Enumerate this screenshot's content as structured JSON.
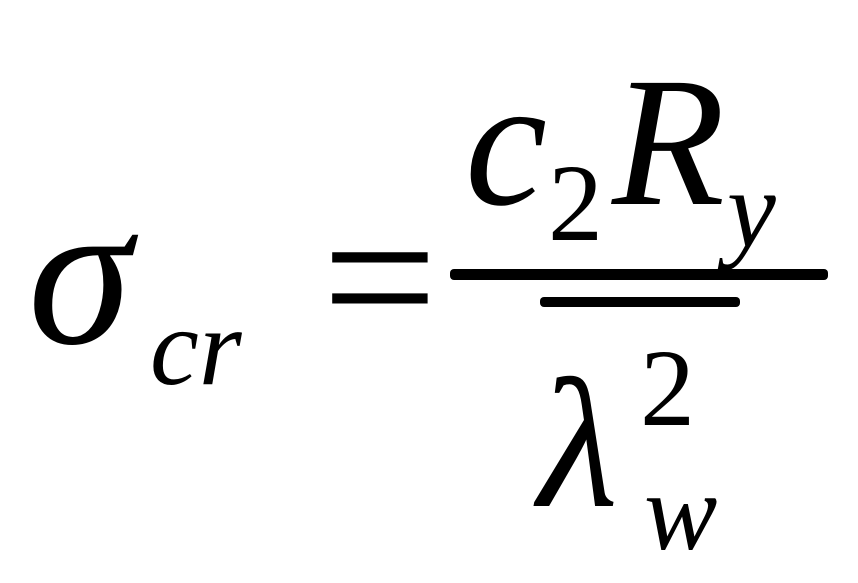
{
  "formula": {
    "lhs": {
      "symbol": "σ",
      "subscript": "cr"
    },
    "operator": "=",
    "numerator": {
      "coefficient": "c",
      "coefficient_subscript": "2",
      "variable": "R",
      "variable_subscript": "y"
    },
    "denominator": {
      "symbol": "λ",
      "superscript": "2",
      "subscript": "w",
      "accent": "overline"
    }
  }
}
